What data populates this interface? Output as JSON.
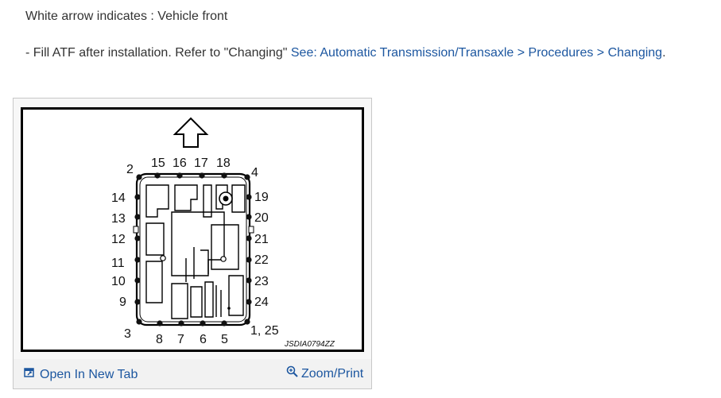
{
  "notes": {
    "line1": "White arrow indicates : Vehicle front",
    "line2_prefix": "- Fill ATF after installation. Refer to \"Changing\" ",
    "line2_link": "See: Automatic Transmission/Transaxle > Procedures > Changing",
    "line2_suffix": "."
  },
  "diagram": {
    "code": "JSDIA0794ZZ",
    "bolt_labels": {
      "n2": "2",
      "n15": "15",
      "n16": "16",
      "n17": "17",
      "n18": "18",
      "n4": "4",
      "n14": "14",
      "n13": "13",
      "n12": "12",
      "n11": "11",
      "n10": "10",
      "n9": "9",
      "n3": "3",
      "n19": "19",
      "n20": "20",
      "n21": "21",
      "n22": "22",
      "n23": "23",
      "n24": "24",
      "n1_25": "1, 25",
      "n8": "8",
      "n7": "7",
      "n6": "6",
      "n5": "5"
    }
  },
  "footer": {
    "open_label": "Open In New Tab",
    "zoom_label": "Zoom/Print"
  },
  "icons": {
    "open": "open-new-tab-icon",
    "zoom": "zoom-icon"
  },
  "colors": {
    "link": "#1d57a0",
    "text": "#333333"
  }
}
